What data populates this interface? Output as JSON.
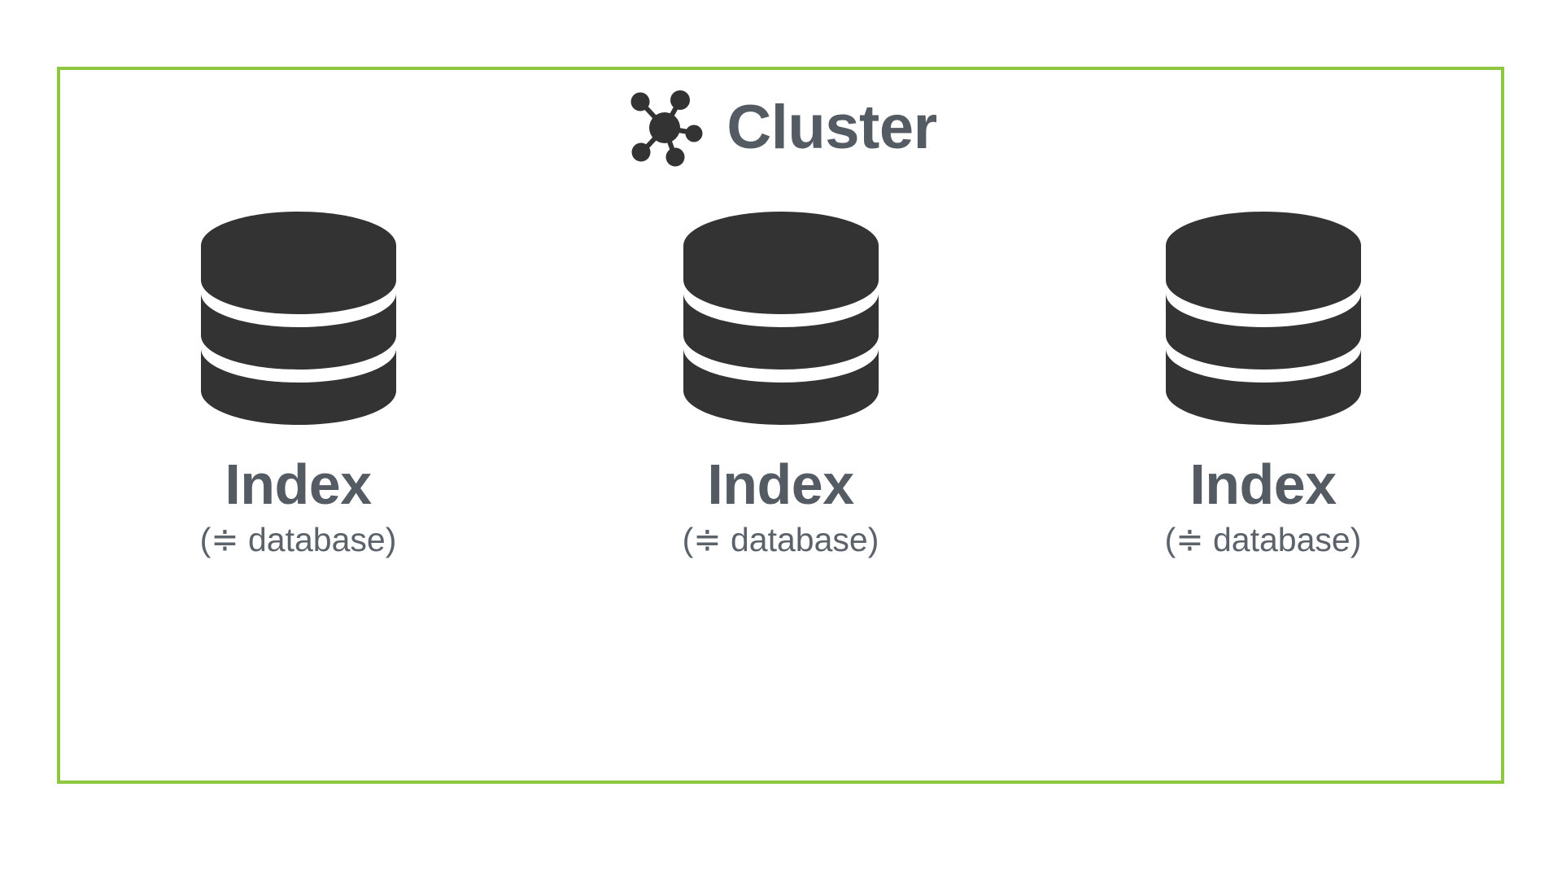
{
  "diagram": {
    "title": "Cluster",
    "title_icon": "network-cluster-icon",
    "border_color": "#8DC63F",
    "text_color": "#555B63",
    "icon_color": "#333333",
    "background_color": "#FFFFFF"
  },
  "nodes": [
    {
      "icon": "database-cylinder-icon",
      "label": "Index",
      "sublabel": "(≑ database)"
    },
    {
      "icon": "database-cylinder-icon",
      "label": "Index",
      "sublabel": "(≑ database)"
    },
    {
      "icon": "database-cylinder-icon",
      "label": "Index",
      "sublabel": "(≑ database)"
    }
  ]
}
